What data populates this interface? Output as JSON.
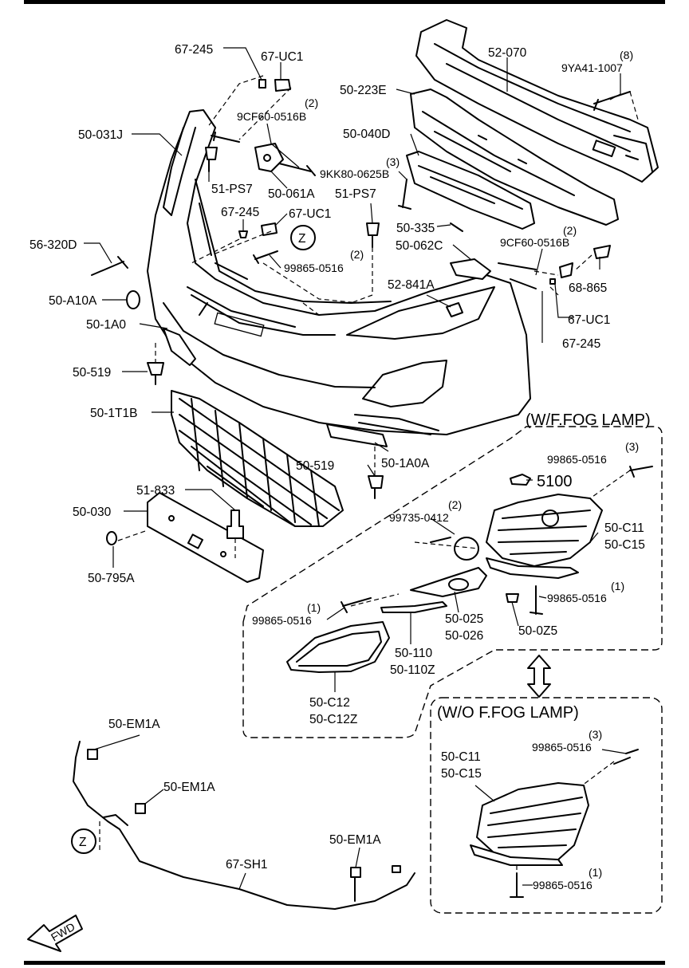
{
  "groups": {
    "with_fog": "(W/F.FOG LAMP)",
    "without_fog": "(W/O F.FOG LAMP)"
  },
  "view_marker": "Z",
  "fwd": "FWD",
  "labels": {
    "l_67_245_a": "67-245",
    "l_67_uc1_a": "67-UC1",
    "l_52_070": "52-070",
    "l_9ya_qty": "(8)",
    "l_9ya": "9YA41-1007",
    "l_50_223e": "50-223E",
    "l_9cf_a_qty": "(2)",
    "l_9cf_a": "9CF60-0516B",
    "l_50_031j": "50-031J",
    "l_50_040d": "50-040D",
    "l_9kk_qty": "(3)",
    "l_9kk": "9KK80-0625B",
    "l_51_ps7_a": "51-PS7",
    "l_50_061a": "50-061A",
    "l_51_ps7_b": "51-PS7",
    "l_67_245_b": "67-245",
    "l_67_uc1_b": "67-UC1",
    "l_50_335": "50-335",
    "l_9cf_b_qty": "(2)",
    "l_9cf_b": "9CF60-0516B",
    "l_56_320d": "56-320D",
    "l_998_a_qty": "(2)",
    "l_998_a": "99865-0516",
    "l_50_062c": "50-062C",
    "l_68_865": "68-865",
    "l_50_a10a": "50-A10A",
    "l_52_841a": "52-841A",
    "l_67_uc1_c": "67-UC1",
    "l_50_1a0": "50-1A0",
    "l_67_245_c": "67-245",
    "l_50_519_a": "50-519",
    "l_50_1t1b": "50-1T1B",
    "l_998_b_qty": "(3)",
    "l_998_b": "99865-0516",
    "l_50_519_b": "50-519",
    "l_50_1a0a": "50-1A0A",
    "l_5100": "5100",
    "l_51_833": "51-833",
    "l_997_qty": "(2)",
    "l_997": "99735-0412",
    "l_50_030": "50-030",
    "l_50_c11_a": "50-C11",
    "l_50_c15_a": "50-C15",
    "l_50_795a": "50-795A",
    "l_998_c_qty": "(1)",
    "l_998_c": "99865-0516",
    "l_998_d_qty": "(1)",
    "l_998_d": "99865-0516",
    "l_50_025": "50-025",
    "l_50_026": "50-026",
    "l_50_0z5": "50-0Z5",
    "l_50_110": "50-110",
    "l_50_110z": "50-110Z",
    "l_50_c12": "50-C12",
    "l_50_c12z": "50-C12Z",
    "l_50_em1a_a": "50-EM1A",
    "l_50_em1a_b": "50-EM1A",
    "l_998_e_qty": "(3)",
    "l_998_e": "99865-0516",
    "l_50_c11_b": "50-C11",
    "l_50_c15_b": "50-C15",
    "l_50_em1a_c": "50-EM1A",
    "l_67_sh1": "67-SH1",
    "l_998_f_qty": "(1)",
    "l_998_f": "99865-0516"
  }
}
